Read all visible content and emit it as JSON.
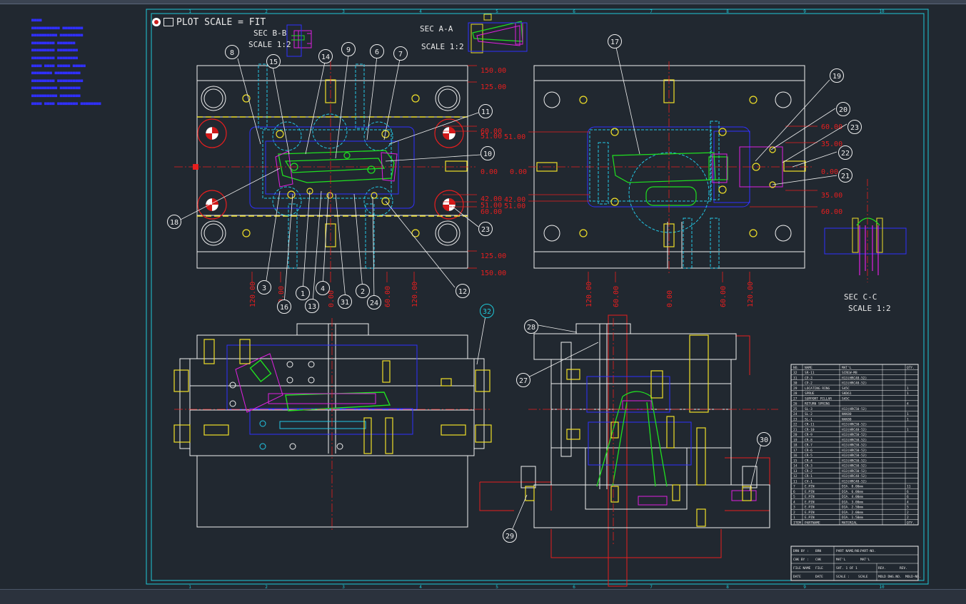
{
  "viewport": {
    "plot_scale_label": "PLOT SCALE = FIT"
  },
  "colors": {
    "background": "#212830",
    "frame": "#1fc8d8",
    "outline": "#f0f0f0",
    "dimension": "#e81e1e",
    "hidden": "#22c8e6",
    "screw": "#f0e028",
    "green_part": "#20e020",
    "blue": "#3030ff",
    "magenta": "#e020e0"
  },
  "notes": [
    "■■■■",
    "■■■■■■■■■■■ ■■■■■■■■",
    "■■■■■■■■■■ ■■■■■■■■■",
    "■■■■■■■■■ ■■■■■■■",
    "■■■■■■■■■ ■■■■■■■■",
    "■■■■■■■■■ ■■■■■■■■",
    "■■■■ ■■■■ ■■■■■ ■■■■■",
    "■■■■■■■■ ■■■■■■■■■■",
    "■■■■■■■■■ ■■■■■■■■■■",
    "■■■■■■■■■■ ■■■■■■■■",
    "■■■■■■■■■■ ■■■■■■■■",
    "■■■■ ■■■■ ■■■■■■■■ ■■■■■■■■"
  ],
  "views": {
    "sec_bb": {
      "title": "SEC B-B",
      "scale": "SCALE 1:2"
    },
    "sec_aa": {
      "title": "SEC A-A",
      "scale": "SCALE 1:2"
    },
    "sec_cc": {
      "title": "SEC C-C",
      "scale": "SCALE 1:2"
    }
  },
  "dims_left_right": [
    "150.00",
    "125.00",
    "60.00",
    "51.00",
    "0.00",
    "42.00",
    "51.00",
    "60.00",
    "125.00",
    "150.00"
  ],
  "dims_left_bottom": [
    "120.00",
    "60.00",
    "0.00",
    "60.00",
    "120.00"
  ],
  "dims_right_left": [
    "51.00",
    "0.00",
    "42.00",
    "51.00"
  ],
  "dims_right_right": [
    "60.00",
    "35.00",
    "0.00",
    "35.00",
    "60.00"
  ],
  "dims_right_bottom": [
    "120.00",
    "60.00",
    "0.00",
    "60.00",
    "120.00"
  ],
  "balloons": [
    "8",
    "15",
    "14",
    "9",
    "6",
    "7",
    "11",
    "10",
    "18",
    "23",
    "3",
    "16",
    "1",
    "13",
    "4",
    "31",
    "2",
    "24",
    "12",
    "17",
    "19",
    "20",
    "23",
    "22",
    "21",
    "32",
    "28",
    "27",
    "29",
    "30"
  ],
  "border_numbers": [
    "1",
    "2",
    "3",
    "4",
    "5",
    "6",
    "7",
    "8",
    "9",
    "10"
  ],
  "bom": {
    "header": [
      "NO.",
      "NAME",
      "MAT'L",
      "QTY."
    ],
    "rows": [
      [
        "32",
        "SR-11",
        "SCREW-M8",
        ""
      ],
      [
        "31",
        "CP-3",
        "H13(HRC48-52)",
        ""
      ],
      [
        "30",
        "CP-2",
        "H13(HRC48-52)",
        ""
      ],
      [
        "29",
        "LOCATING RING",
        "S45C",
        "1"
      ],
      [
        "28",
        "SPRUE",
        "SKD61",
        "1"
      ],
      [
        "27",
        "SUPPORT PILLAR",
        "S45C",
        ""
      ],
      [
        "26",
        "RETURN SPRING",
        "",
        "4"
      ],
      [
        "25",
        "SL-3",
        "H13(HRC50-52)",
        ""
      ],
      [
        "24",
        "SL-2",
        "NAK80",
        "1"
      ],
      [
        "23",
        "SL-1",
        "NAK80",
        "1"
      ],
      [
        "22",
        "CR-11",
        "H13(HRC50-52)",
        ""
      ],
      [
        "21",
        "CR-10",
        "H13(HRC48-52)",
        "1"
      ],
      [
        "20",
        "CR-9",
        "H13(HRC50-52)",
        ""
      ],
      [
        "19",
        "CR-8",
        "H13(HRC50-52)",
        ""
      ],
      [
        "18",
        "CR-7",
        "H13(HRC50-52)",
        ""
      ],
      [
        "17",
        "CR-6",
        "H13(HRC50-52)",
        ""
      ],
      [
        "16",
        "CR-5",
        "H13(HRC50-52)",
        ""
      ],
      [
        "15",
        "CR-4",
        "H13(HRC50-52)",
        ""
      ],
      [
        "14",
        "CR-3",
        "H13(HRC50-52)",
        ""
      ],
      [
        "13",
        "CR-2",
        "H13(HRC50-52)",
        ""
      ],
      [
        "12",
        "CR-1",
        "H13(HRC48-52)",
        ""
      ],
      [
        "11",
        "CV-1",
        "H13(HRC48-52)",
        ""
      ],
      [
        "7",
        "E.PIN",
        "DIA. 8.00mm",
        "11"
      ],
      [
        "6",
        "E.PIN",
        "DIA. 6.00mm",
        "6"
      ],
      [
        "5",
        "E.PIN",
        "DIA. 4.00mm",
        "6"
      ],
      [
        "4",
        "E.PIN",
        "DIA. 3.00mm",
        "4"
      ],
      [
        "3",
        "E.PIN",
        "DIA. 2.50mm",
        "5"
      ],
      [
        "2",
        "E.PIN",
        "DIA. 2.00mm",
        "2"
      ],
      [
        "1",
        "E.PIN",
        "DIA. 1.50mm",
        "2"
      ]
    ],
    "footer": [
      "ITEM",
      "PARTNAME",
      "MATERIAL",
      "QTY."
    ]
  },
  "title_block": {
    "rows": [
      [
        "DRN BY :",
        "BRN",
        "PART NAME/NO.",
        "PART-NO."
      ],
      [
        "CHK BY :",
        "CHK",
        "MAT'L",
        "MAT'L"
      ],
      [
        "FILE NAME",
        "FILE",
        "SHT. 1 OF 1",
        "REV.",
        "REV."
      ],
      [
        "DATE",
        "DATE",
        "SCALE :",
        "SCALE",
        "MOLD DWG.NO.",
        "MOLD-NO."
      ]
    ]
  }
}
